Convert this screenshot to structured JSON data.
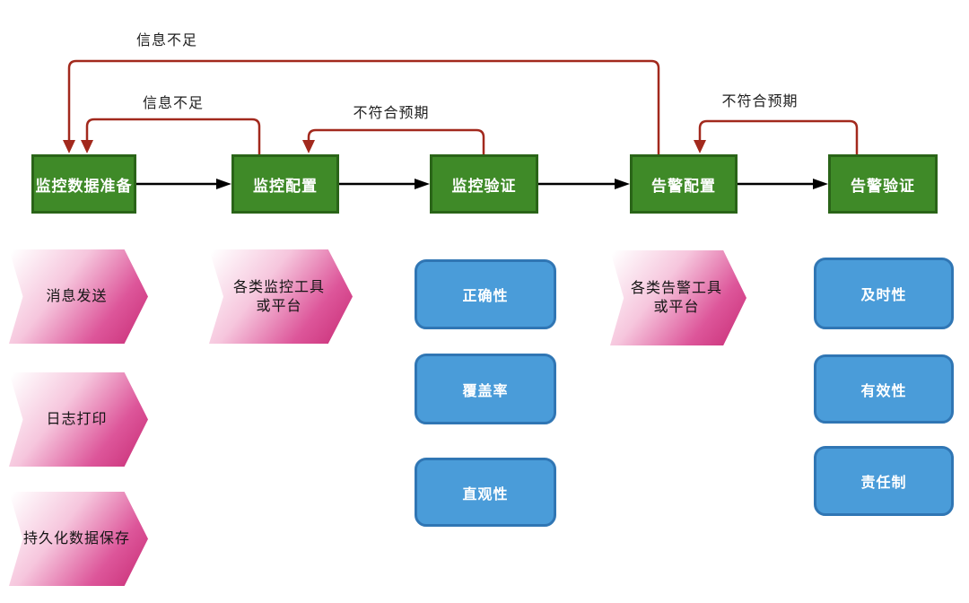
{
  "diagram_type": "process-flowchart",
  "colors": {
    "stage_fill": "#3f8a28",
    "stage_border": "#2a6418",
    "stage_text": "#ffffff",
    "flow_arrow": "#000000",
    "feedback_arrow": "#a2291d",
    "label_text": "#1f1f1f",
    "chevron_gradient_deep": "#c72b74",
    "criteria_fill": "#4a9cd9",
    "criteria_border": "#3076b4",
    "criteria_text": "#ffffff"
  },
  "stages": [
    {
      "label": "监控数据准备",
      "items": [
        {
          "type": "chevron",
          "label": "消息发送"
        },
        {
          "type": "chevron",
          "label": "日志打印"
        },
        {
          "type": "chevron",
          "label": "持久化数据保存"
        }
      ]
    },
    {
      "label": "监控配置",
      "items": [
        {
          "type": "chevron",
          "label": "各类监控工具\n或平台"
        }
      ]
    },
    {
      "label": "监控验证",
      "items": [
        {
          "type": "rounded-box",
          "label": "正确性"
        },
        {
          "type": "rounded-box",
          "label": "覆盖率"
        },
        {
          "type": "rounded-box",
          "label": "直观性"
        }
      ]
    },
    {
      "label": "告警配置",
      "items": [
        {
          "type": "chevron",
          "label": "各类告警工具\n或平台"
        }
      ]
    },
    {
      "label": "告警验证",
      "items": [
        {
          "type": "rounded-box",
          "label": "及时性"
        },
        {
          "type": "rounded-box",
          "label": "有效性"
        },
        {
          "type": "rounded-box",
          "label": "责任制"
        }
      ]
    }
  ],
  "flow_arrows": [
    {
      "from": "监控数据准备",
      "to": "监控配置"
    },
    {
      "from": "监控配置",
      "to": "监控验证"
    },
    {
      "from": "监控验证",
      "to": "告警配置"
    },
    {
      "from": "告警配置",
      "to": "告警验证"
    }
  ],
  "feedback_arrows": [
    {
      "label": "信息不足",
      "from": "告警配置",
      "to": "监控数据准备"
    },
    {
      "label": "信息不足",
      "from": "监控配置",
      "to": "监控数据准备"
    },
    {
      "label": "不符合预期",
      "from": "监控验证",
      "to": "监控配置"
    },
    {
      "label": "不符合预期",
      "from": "告警验证",
      "to": "告警配置"
    }
  ]
}
